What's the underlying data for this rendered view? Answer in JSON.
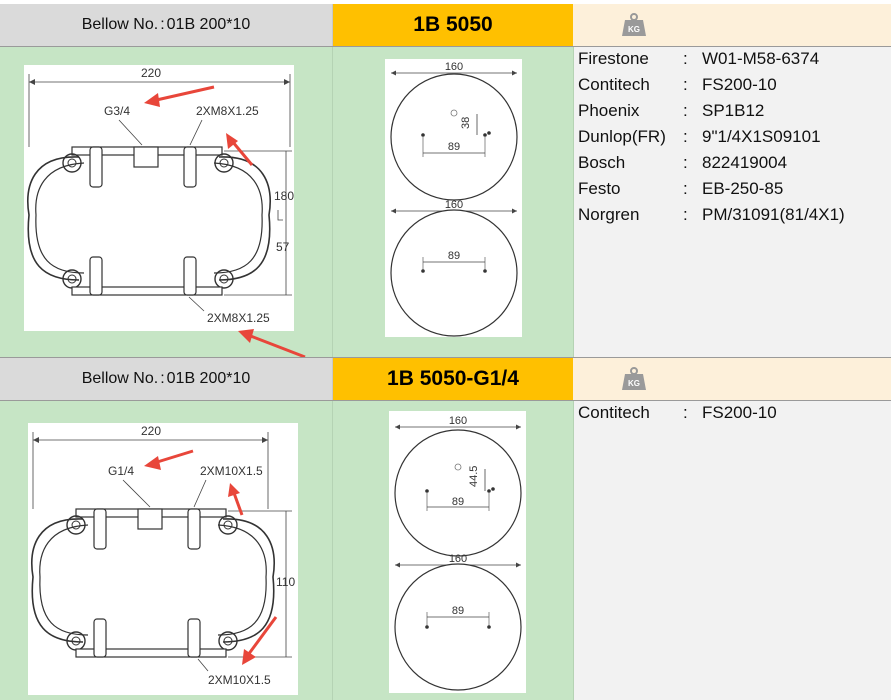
{
  "sections": [
    {
      "bellow_label": "Bellow No.",
      "bellow_sep": ":",
      "bellow_value": "01B 200*10",
      "model": "1B 5050",
      "weight_icon": "kg-weight-icon",
      "drawing": {
        "width_dim": "220",
        "port_label": "G3/4",
        "top_thread": "2XM8X1.25",
        "bottom_thread": "2XM8X1.25",
        "height_max": "180",
        "height_min": "57"
      },
      "plates": {
        "top_diameter": "160",
        "top_hole_spacing": "89",
        "top_port_offset": "38",
        "bottom_diameter": "160",
        "bottom_hole_spacing": "89"
      },
      "cross_refs": [
        {
          "brand": "Firestone",
          "sep": ":",
          "part": "W01-M58-6374"
        },
        {
          "brand": "Contitech",
          "sep": ":",
          "part": "FS200-10"
        },
        {
          "brand": "Phoenix",
          "sep": ":",
          "part": "SP1B12"
        },
        {
          "brand": "Dunlop(FR)",
          "sep": ":",
          "part": "9\"1/4X1S09101"
        },
        {
          "brand": "Bosch",
          "sep": ":",
          "part": "822419004"
        },
        {
          "brand": "Festo",
          "sep": ":",
          "part": "EB-250-85"
        },
        {
          "brand": "Norgren",
          "sep": ":",
          "part": "PM/31091(81/4X1)"
        }
      ]
    },
    {
      "bellow_label": "Bellow No.",
      "bellow_sep": ":",
      "bellow_value": "01B 200*10",
      "model": "1B 5050-G1/4",
      "weight_icon": "kg-weight-icon",
      "drawing": {
        "width_dim": "220",
        "port_label": "G1/4",
        "top_thread": "2XM10X1.5",
        "bottom_thread": "2XM10X1.5",
        "height_max": "110"
      },
      "plates": {
        "top_diameter": "160",
        "top_hole_spacing": "89",
        "top_port_offset": "44.5",
        "bottom_diameter": "160",
        "bottom_hole_spacing": "89"
      },
      "cross_refs": [
        {
          "brand": "Contitech",
          "sep": ":",
          "part": "FS200-10"
        }
      ]
    }
  ],
  "colors": {
    "header_gray": "#dadada",
    "model_yellow": "#ffc000",
    "weight_cell": "#fdf0da",
    "drawing_green": "#c6e5c5",
    "crossref_gray": "#f2f2f2",
    "arrow_red": "#e8463a"
  }
}
